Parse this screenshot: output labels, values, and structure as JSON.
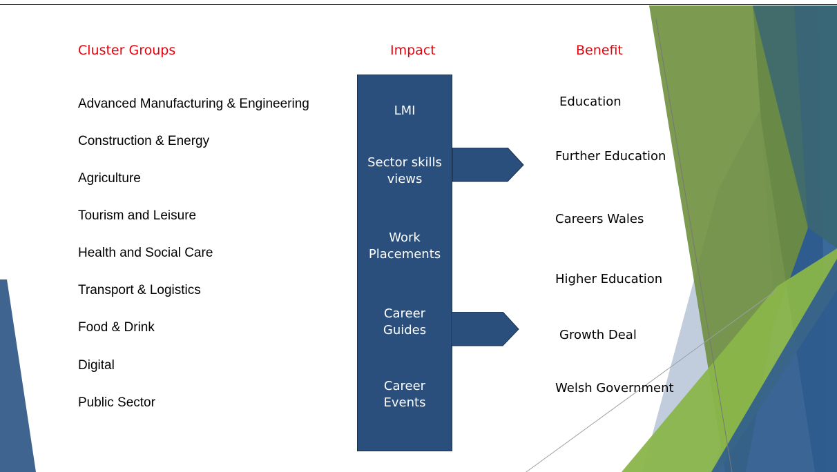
{
  "headers": {
    "cluster": "Cluster Groups",
    "impact": "Impact",
    "benefit": "Benefit"
  },
  "clusters": [
    "Advanced Manufacturing & Engineering",
    "Construction & Energy",
    "Agriculture",
    "Tourism and Leisure",
    "Health and Social Care",
    "Transport & Logistics",
    "Food & Drink",
    "Digital",
    "Public Sector"
  ],
  "impact": [
    {
      "line1": "LMI",
      "line2": ""
    },
    {
      "line1": "Sector skills",
      "line2": "views"
    },
    {
      "line1": "Work",
      "line2": "Placements"
    },
    {
      "line1": "Career",
      "line2": "Guides"
    },
    {
      "line1": "Career",
      "line2": "Events"
    }
  ],
  "benefits": [
    "Education",
    "Further Education",
    "Careers Wales",
    "Higher Education",
    "Growth Deal",
    "Welsh Government"
  ],
  "colors": {
    "header": "#e8000b",
    "box": "#2a4f7c",
    "green_dark": "#6f8f3e",
    "green_light": "#8ab54a",
    "blue": "#2f5c8f"
  }
}
